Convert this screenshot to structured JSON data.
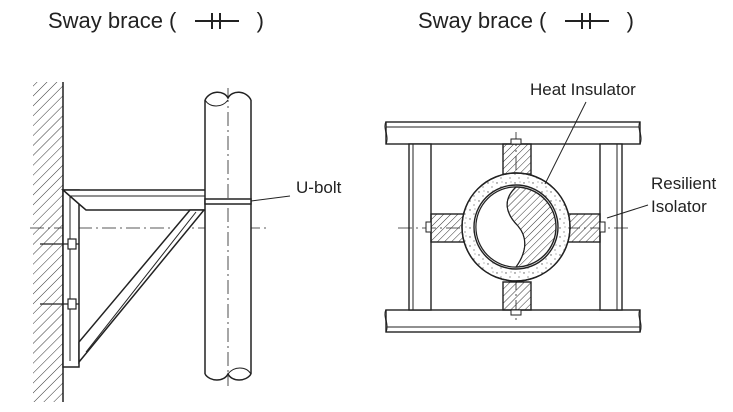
{
  "figure_left": {
    "title_prefix": "Sway brace (",
    "title_suffix": ")",
    "symbol": "sway-brace-symbol",
    "labels": {
      "u_bolt": "U-bolt"
    }
  },
  "figure_right": {
    "title_prefix": "Sway brace (",
    "title_suffix": ")",
    "symbol": "sway-brace-symbol",
    "labels": {
      "heat_insulator": "Heat Insulator",
      "resilient_line1": "Resilient",
      "resilient_line2": "Isolator"
    }
  },
  "colors": {
    "ink": "#222222",
    "background": "#ffffff"
  }
}
